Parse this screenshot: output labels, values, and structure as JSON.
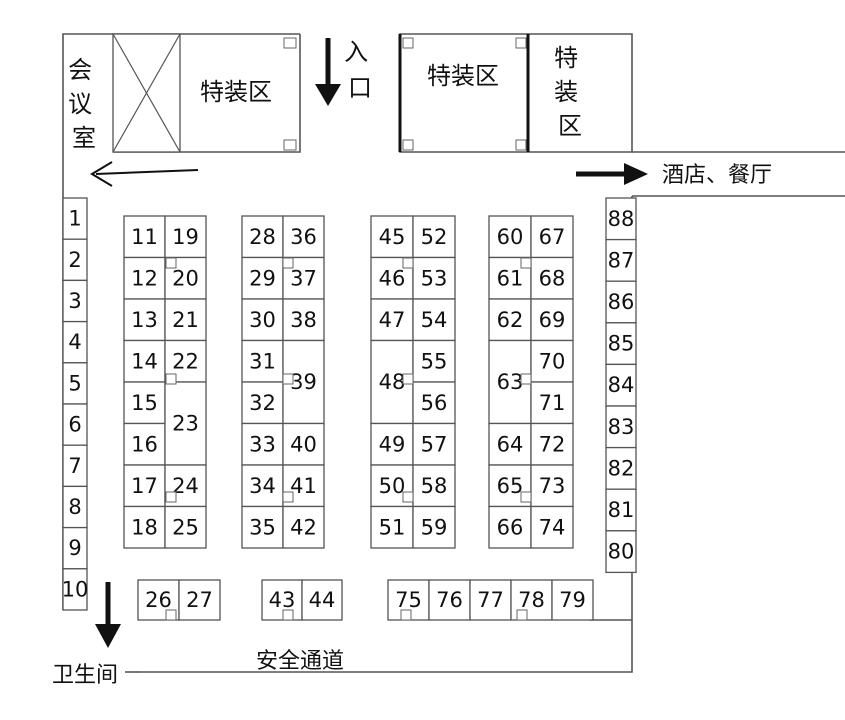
{
  "labels": {
    "meeting_room": "会议室",
    "special_1": "特装区",
    "special_2": "特装区",
    "special_3": "特装区",
    "entrance": "入口",
    "hotel": "酒店、餐厅",
    "restroom": "卫生间",
    "safety_passage": "安全通道"
  },
  "booths": {
    "left_wall": [
      "1",
      "2",
      "3",
      "4",
      "5",
      "6",
      "7",
      "8",
      "9",
      "10"
    ],
    "block1": {
      "left": [
        "11",
        "12",
        "13",
        "14",
        "15",
        "16",
        "17",
        "18"
      ],
      "right": [
        "19",
        "20",
        "21",
        "22",
        "23",
        "24",
        "25"
      ]
    },
    "block2": {
      "left": [
        "28",
        "29",
        "30",
        "31",
        "32",
        "33",
        "34",
        "35"
      ],
      "right": [
        "36",
        "37",
        "38",
        "39",
        "40",
        "41",
        "42"
      ]
    },
    "block3": {
      "left": [
        "45",
        "46",
        "47",
        "48",
        "49",
        "50",
        "51"
      ],
      "right": [
        "52",
        "53",
        "54",
        "55",
        "56",
        "57",
        "58",
        "59"
      ]
    },
    "block4": {
      "left": [
        "60",
        "61",
        "62",
        "63",
        "64",
        "65",
        "66"
      ],
      "right": [
        "67",
        "68",
        "69",
        "70",
        "71",
        "72",
        "73",
        "74"
      ]
    },
    "right_wall": [
      "88",
      "87",
      "86",
      "85",
      "84",
      "83",
      "82",
      "81",
      "80"
    ],
    "bottom_a": [
      "26",
      "27"
    ],
    "bottom_b": [
      "43",
      "44"
    ],
    "bottom_c": [
      "75",
      "76",
      "77",
      "78",
      "79"
    ]
  }
}
